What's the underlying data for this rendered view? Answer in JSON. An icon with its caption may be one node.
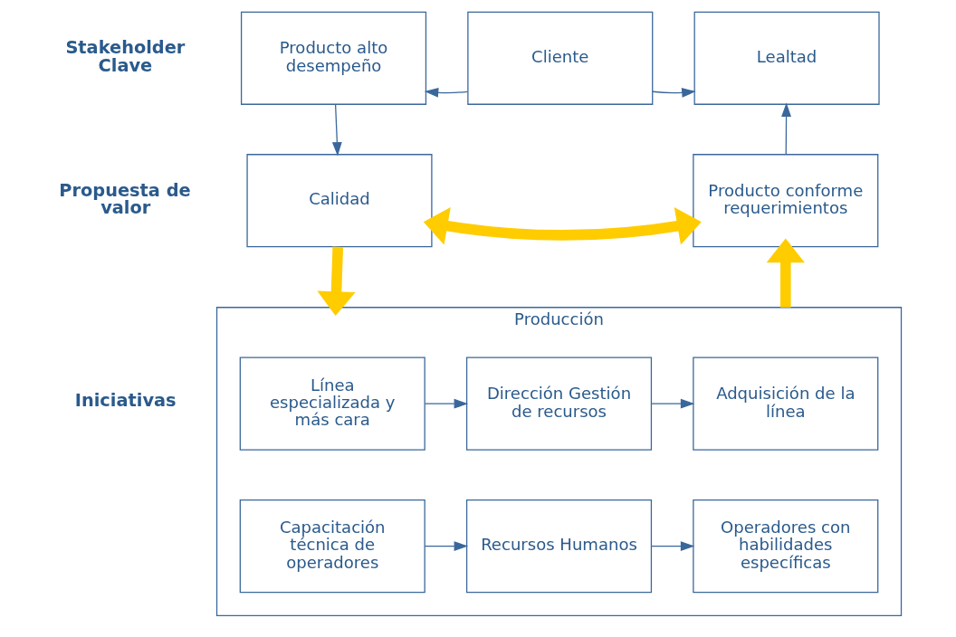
{
  "diagram": {
    "nodes": [
      {
        "text": [
          "Producto alto desempeño"
        ]
      },
      {
        "text": [
          "Cliente"
        ]
      },
      {
        "text": [
          "Lealtad"
        ]
      },
      {
        "text": [
          "Calidad"
        ]
      },
      {
        "text": [
          "Producto conforme requerimientos"
        ]
      },
      {
        "text": [
          "Producción"
        ]
      },
      {
        "text": [
          "Línea especializada y más cara"
        ],
        "in": 5
      },
      {
        "text": [
          "Dirección Gestión de recursos"
        ],
        "in": 5
      },
      {
        "text": [
          "Adquisición de la línea"
        ],
        "in": 5
      },
      {
        "text": [
          "Capacitación técnica de operadores"
        ],
        "in": 5
      },
      {
        "text": [
          "Recursos Humanos"
        ],
        "in": 5
      },
      {
        "text": [
          "Operadores con habilidades específicas"
        ],
        "in": 5
      }
    ],
    "edges": [
      {
        "from": 1,
        "to": 0,
        "arrow": "to"
      },
      {
        "from": 1,
        "to": 2,
        "arrow": "to"
      },
      {
        "from": 0,
        "to": 3,
        "arrow": "to"
      },
      {
        "from": 4,
        "to": 2,
        "arrow": "to"
      },
      {
        "from": 3,
        "to": 4,
        "arrow": "both",
        "style": "thick",
        "color": "#ffcc00"
      },
      {
        "from": 3,
        "to": 5,
        "arrow": "to",
        "style": "thick",
        "color": "#ffcc00"
      },
      {
        "from": 5,
        "to": 4,
        "arrow": "to",
        "style": "thick",
        "color": "#ffcc00"
      },
      {
        "from": 6,
        "to": 7,
        "arrow": "to"
      },
      {
        "from": 7,
        "to": 8,
        "arrow": "to"
      },
      {
        "from": 9,
        "to": 10,
        "arrow": "to"
      },
      {
        "from": 10,
        "to": 11,
        "arrow": "to"
      }
    ],
    "labels": [
      "Stakeholder Clave",
      "Propuesta de valor",
      "Iniciativas"
    ]
  }
}
